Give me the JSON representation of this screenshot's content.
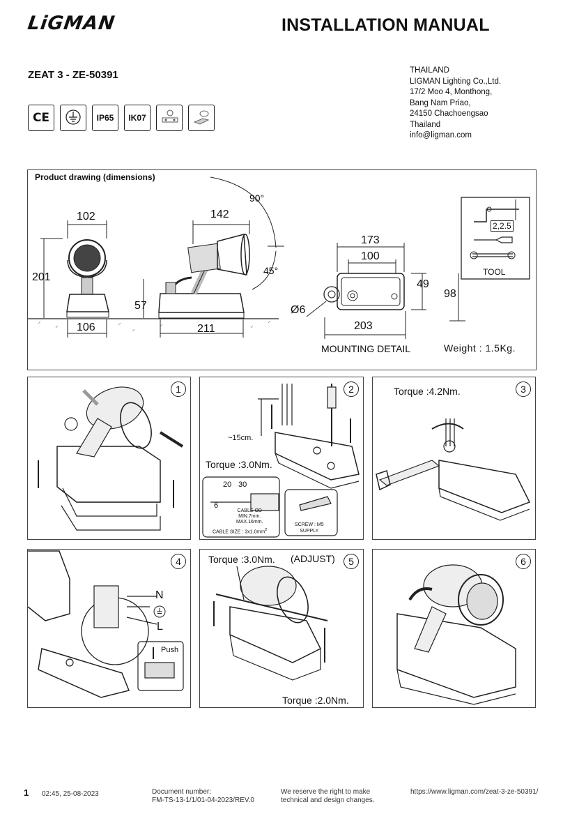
{
  "header": {
    "brand": "LiGMAN",
    "title": "INSTALLATION MANUAL",
    "model": "ZEAT 3 - ZE-50391",
    "address": [
      "THAILAND",
      "LIGMAN Lighting Co.,Ltd.",
      "17/2 Moo 4, Monthong,",
      "Bang Nam Priao,",
      "24150 Chachoengsao",
      "Thailand",
      "info@ligman.com"
    ]
  },
  "certs": [
    "CE",
    "earth",
    "IP65",
    "IK07",
    "mounting",
    "install"
  ],
  "cert_labels": {
    "ce": "CE",
    "ip": "IP65",
    "ik": "IK07"
  },
  "dimensions_panel": {
    "title": "Product drawing (dimensions)",
    "front": {
      "width": "102",
      "height": "201",
      "base": "106"
    },
    "side": {
      "top": "142",
      "post": "57",
      "base": "211",
      "angle_up": "90°",
      "angle_down": "45°"
    },
    "mounting": {
      "outer": "173",
      "inner": "100",
      "h1": "49",
      "h2": "98",
      "hole": "Ø6",
      "base": "203",
      "label": "MOUNTING DETAIL"
    },
    "tool": {
      "size": "2,2.5",
      "label": "TOOL"
    },
    "weight": "Weight : 1.5Kg."
  },
  "steps": [
    {
      "num": "1"
    },
    {
      "num": "2",
      "cable_len": "~15cm.",
      "torque": "Torque :3.0Nm.",
      "strip": [
        "20",
        "30",
        "6"
      ],
      "cable_od": [
        "CABLE OD",
        "MIN.7mm.",
        "MAX.16mm."
      ],
      "cable_size": "CABLE SIZE : 3x1.0mm",
      "sup": "2",
      "screw": [
        "SCREW : M5",
        "SUPPLY"
      ]
    },
    {
      "num": "3",
      "torque": "Torque :4.2Nm."
    },
    {
      "num": "4",
      "terminals": [
        "N",
        "L"
      ],
      "push": "Push"
    },
    {
      "num": "5",
      "torque_top": "Torque :3.0Nm.",
      "adjust": "(ADJUST)",
      "torque_bottom": "Torque :2.0Nm."
    },
    {
      "num": "6"
    }
  ],
  "footer": {
    "page": "1",
    "datetime": "02:45, 25-08-2023",
    "doc_label": "Document number:",
    "doc_number": "FM-TS-13-1/1/01-04-2023/REV.0",
    "reserve1": "We reserve the right to make",
    "reserve2": "technical and design changes.",
    "url": "https://www.ligman.com/zeat-3-ze-50391/"
  }
}
